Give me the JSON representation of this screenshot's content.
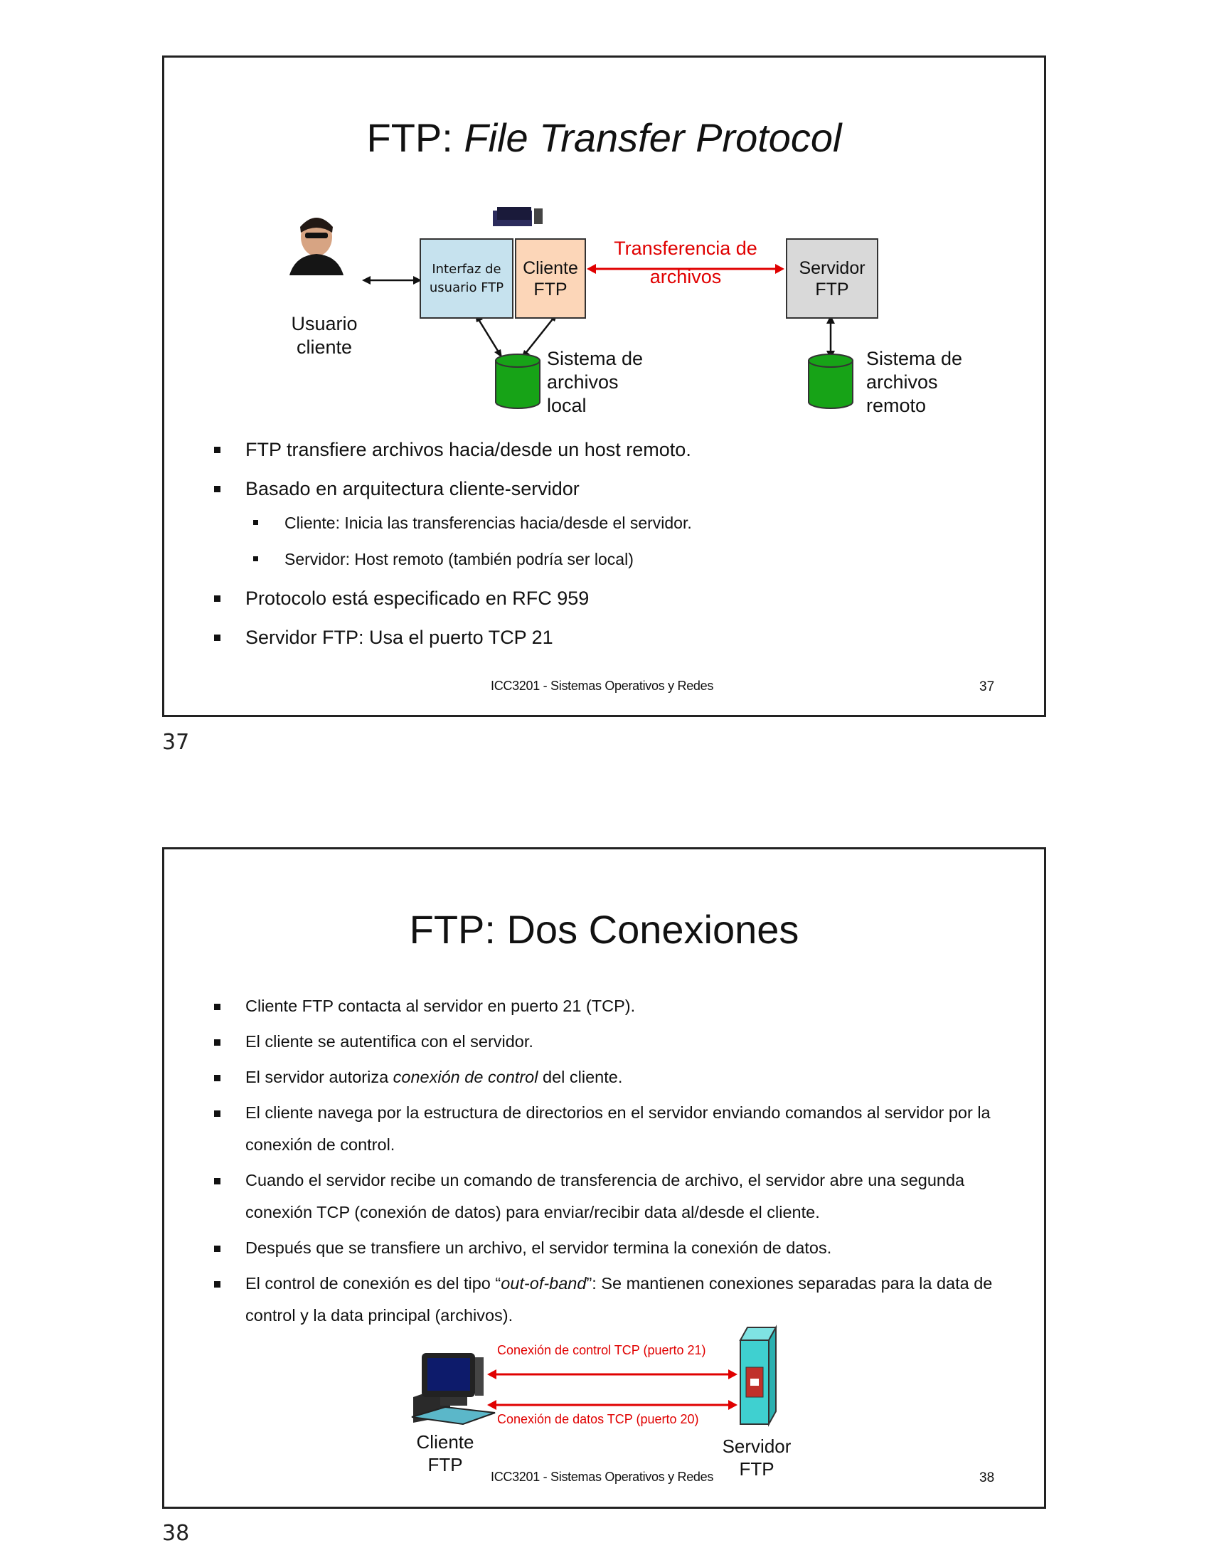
{
  "slides": [
    {
      "title_prefix": "FTP: ",
      "title_italic": "File Transfer Protocol",
      "diagram": {
        "user_label": "Usuario\ncliente",
        "ui_box": "Interfaz de\nusuario FTP",
        "client_box": "Cliente\nFTP",
        "transfer_label": "Transferencia de\narchivos",
        "server_box": "Servidor\nFTP",
        "local_fs": "Sistema de\narchivos\nlocal",
        "remote_fs": "Sistema de\narchivos\nremoto"
      },
      "bullets": [
        {
          "level": 1,
          "text": "FTP transfiere archivos hacia/desde un host remoto."
        },
        {
          "level": 1,
          "text": "Basado en arquitectura cliente-servidor"
        },
        {
          "level": 2,
          "text": "Cliente: Inicia las transferencias hacia/desde el servidor."
        },
        {
          "level": 2,
          "text": "Servidor: Host remoto (también podría ser local)"
        },
        {
          "level": 1,
          "text": "Protocolo está especificado en RFC 959"
        },
        {
          "level": 1,
          "text": "Servidor FTP: Usa el puerto TCP 21"
        }
      ],
      "footer": "ICC3201 - Sistemas Operativos y Redes",
      "slide_number": "37",
      "page_number": "37"
    },
    {
      "title": "FTP: Dos Conexiones",
      "bullets": [
        {
          "parts": [
            "Cliente FTP contacta al servidor en puerto 21 (TCP)."
          ]
        },
        {
          "parts": [
            "El cliente se autentifica con el servidor."
          ]
        },
        {
          "parts": [
            "El servidor autoriza ",
            "conexión de control",
            " del cliente."
          ]
        },
        {
          "parts": [
            "El cliente navega por la estructura de directorios en el servidor enviando comandos al servidor por la conexión de control."
          ]
        },
        {
          "parts": [
            "Cuando el servidor recibe un comando de transferencia de archivo, el servidor abre una segunda conexión TCP (conexión de datos) para enviar/recibir data al/desde el cliente."
          ]
        },
        {
          "parts": [
            "Después que se transfiere un archivo, el servidor termina la conexión de datos."
          ]
        },
        {
          "parts": [
            "El control de conexión es del tipo “",
            "out-of-band",
            "”: Se mantienen conexiones separadas para la data de control y la data principal (archivos)."
          ]
        }
      ],
      "diagram": {
        "control_conn": "Conexión de control TCP (puerto 21)",
        "data_conn": "Conexión de datos TCP (puerto 20)",
        "client_label": "Cliente\nFTP",
        "server_label": "Servidor\nFTP"
      },
      "footer": "ICC3201 - Sistemas Operativos y Redes",
      "slide_number": "38",
      "page_number": "38"
    }
  ],
  "colors": {
    "accent_red": "#e00000",
    "ui_box": "#c6e2ee",
    "client_box": "#fcd6b8",
    "server_box": "#d9d9d9",
    "fs_green": "#17a317",
    "server_cyan": "#3fd0d0"
  }
}
